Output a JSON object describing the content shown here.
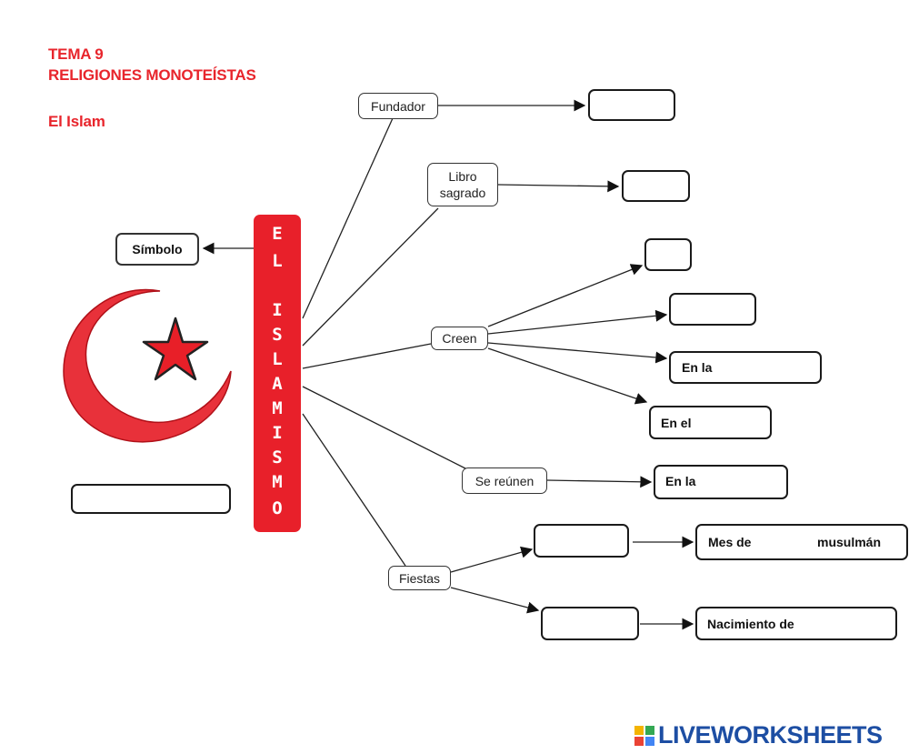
{
  "header": {
    "line1": "TEMA 9",
    "line2": "RELIGIONES MONOTEÍSTAS",
    "subtitle": "El Islam"
  },
  "vertical_title": [
    "E",
    "L",
    "",
    "I",
    "S",
    "L",
    "A",
    "M",
    "I",
    "S",
    "M",
    "O"
  ],
  "nodes": {
    "simbolo": "Símbolo",
    "fundador": "Fundador",
    "libro_line1": "Libro",
    "libro_line2": "sagrado",
    "creen": "Creen",
    "se_reunen": "Se reúnen",
    "fiestas": "Fiestas"
  },
  "answers": {
    "creen_3": "En la",
    "creen_4": "En el",
    "reunen": "En la",
    "fiesta_1_prefix": "Mes de",
    "fiesta_1_suffix": "musulmán",
    "fiesta_2": "Nacimiento de"
  },
  "logo": {
    "text": "LIVEWORKSHEETS"
  },
  "colors": {
    "accent": "#e8202a",
    "logo": "#1d4ea3"
  }
}
